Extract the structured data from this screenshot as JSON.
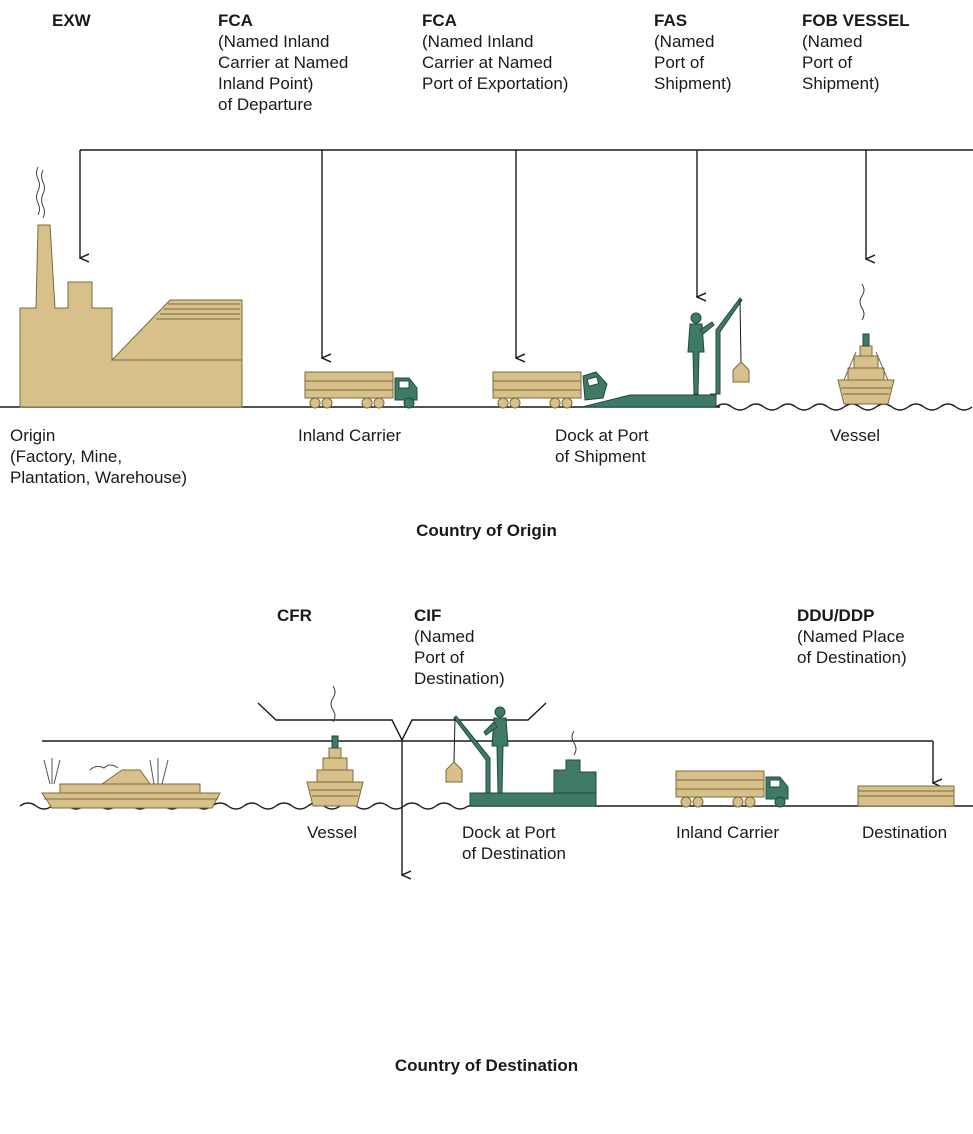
{
  "colors": {
    "tan": "#d8c08a",
    "tan_dark": "#7a6a3f",
    "green": "#3f7a66",
    "green_dark": "#1f4a3c",
    "line": "#1a1a1a"
  },
  "origin": {
    "terms": [
      {
        "code": "EXW",
        "desc": ""
      },
      {
        "code": "FCA",
        "desc": "(Named Inland\nCarrier at Named\nInland Point)\nof Departure"
      },
      {
        "code": "FCA",
        "desc": "(Named Inland\nCarrier at Named\nPort of Exportation)"
      },
      {
        "code": "FAS",
        "desc": "(Named\nPort of\nShipment)"
      },
      {
        "code": "FOB VESSEL",
        "desc": "(Named\nPort of\nShipment)"
      }
    ],
    "labels": {
      "origin": "Origin\n(Factory, Mine,\nPlantation, Warehouse)",
      "inland_carrier": "Inland Carrier",
      "dock": "Dock at Port\nof Shipment",
      "vessel": "Vessel"
    },
    "section_title": "Country of Origin"
  },
  "destination": {
    "terms": [
      {
        "code": "CFR",
        "desc": ""
      },
      {
        "code": "CIF",
        "desc": "(Named\nPort of\nDestination)"
      },
      {
        "code": "DDU/DDP",
        "desc": "(Named Place\nof Destination)"
      }
    ],
    "labels": {
      "vessel": "Vessel",
      "dock": "Dock at Port\nof Destination",
      "inland_carrier": "Inland Carrier",
      "destination": "Destination"
    },
    "section_title": "Country of Destination"
  }
}
